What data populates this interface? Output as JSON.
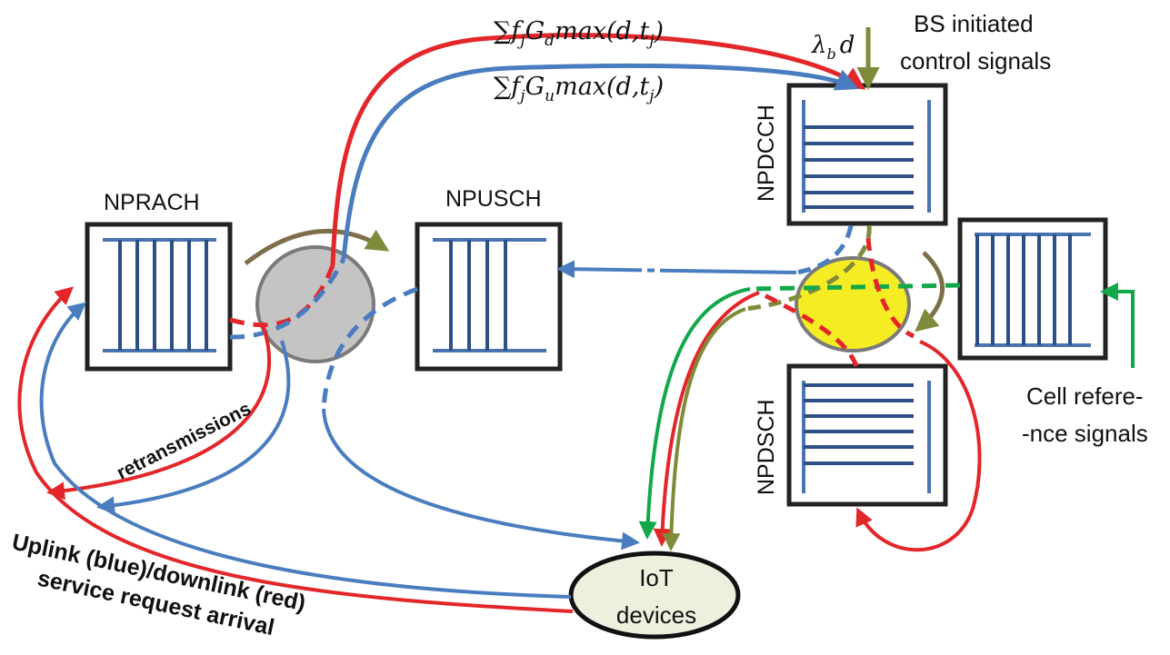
{
  "title": "",
  "nodes": {
    "nprach": "NPRACH",
    "npusch": "NPUSCH",
    "npdcch": "NPDCCH",
    "npdsch": "NPDSCH",
    "iot_line1": "IoT",
    "iot_line2": "devices"
  },
  "formulas": {
    "downlink_prefix": "∑f",
    "downlink_mid": "G",
    "downlink_sub_j": "j",
    "downlink_sub": "d",
    "downlink_suffix": "max(d,t",
    "downlink_end": ")",
    "uplink_prefix": "∑f",
    "uplink_mid": "G",
    "uplink_sub_j": "j",
    "uplink_sub": "u",
    "uplink_suffix": "max(d,t",
    "uplink_end": ")",
    "lambda": "λ",
    "lambda_sub": "b",
    "lambda_d": "d"
  },
  "labels": {
    "bs_initiated_line1": "BS initiated",
    "bs_initiated_line2": "control signals",
    "cell_ref_line1": "Cell refere-",
    "cell_ref_line2": "-nce signals",
    "retransmissions": "retransmissions",
    "arrival_line1": "Uplink (blue)/downlink (red)",
    "arrival_line2": "service request arrival"
  },
  "colors": {
    "uplink": "#4a7dbf",
    "downlink": "#e3262a",
    "control": "#7e8b3a",
    "reference": "#12a84a",
    "hub_gray": "#c4c4c4",
    "hub_yellow": "#f5ec23",
    "iot_fill": "#eef0de"
  }
}
